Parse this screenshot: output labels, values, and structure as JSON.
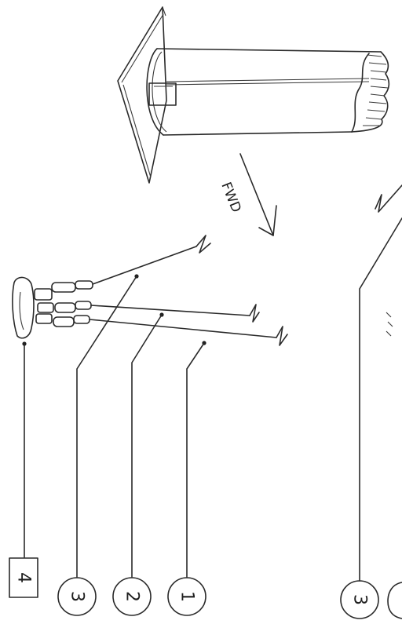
{
  "diagram": {
    "direction_label": "FWD",
    "callouts": [
      {
        "id": "item-4",
        "label": "4",
        "shape": "square"
      },
      {
        "id": "item-3",
        "label": "3",
        "shape": "circle"
      },
      {
        "id": "item-2",
        "label": "2",
        "shape": "circle"
      },
      {
        "id": "item-1",
        "label": "1",
        "shape": "circle"
      },
      {
        "id": "item-3b",
        "label": "3",
        "shape": "circle"
      }
    ]
  }
}
